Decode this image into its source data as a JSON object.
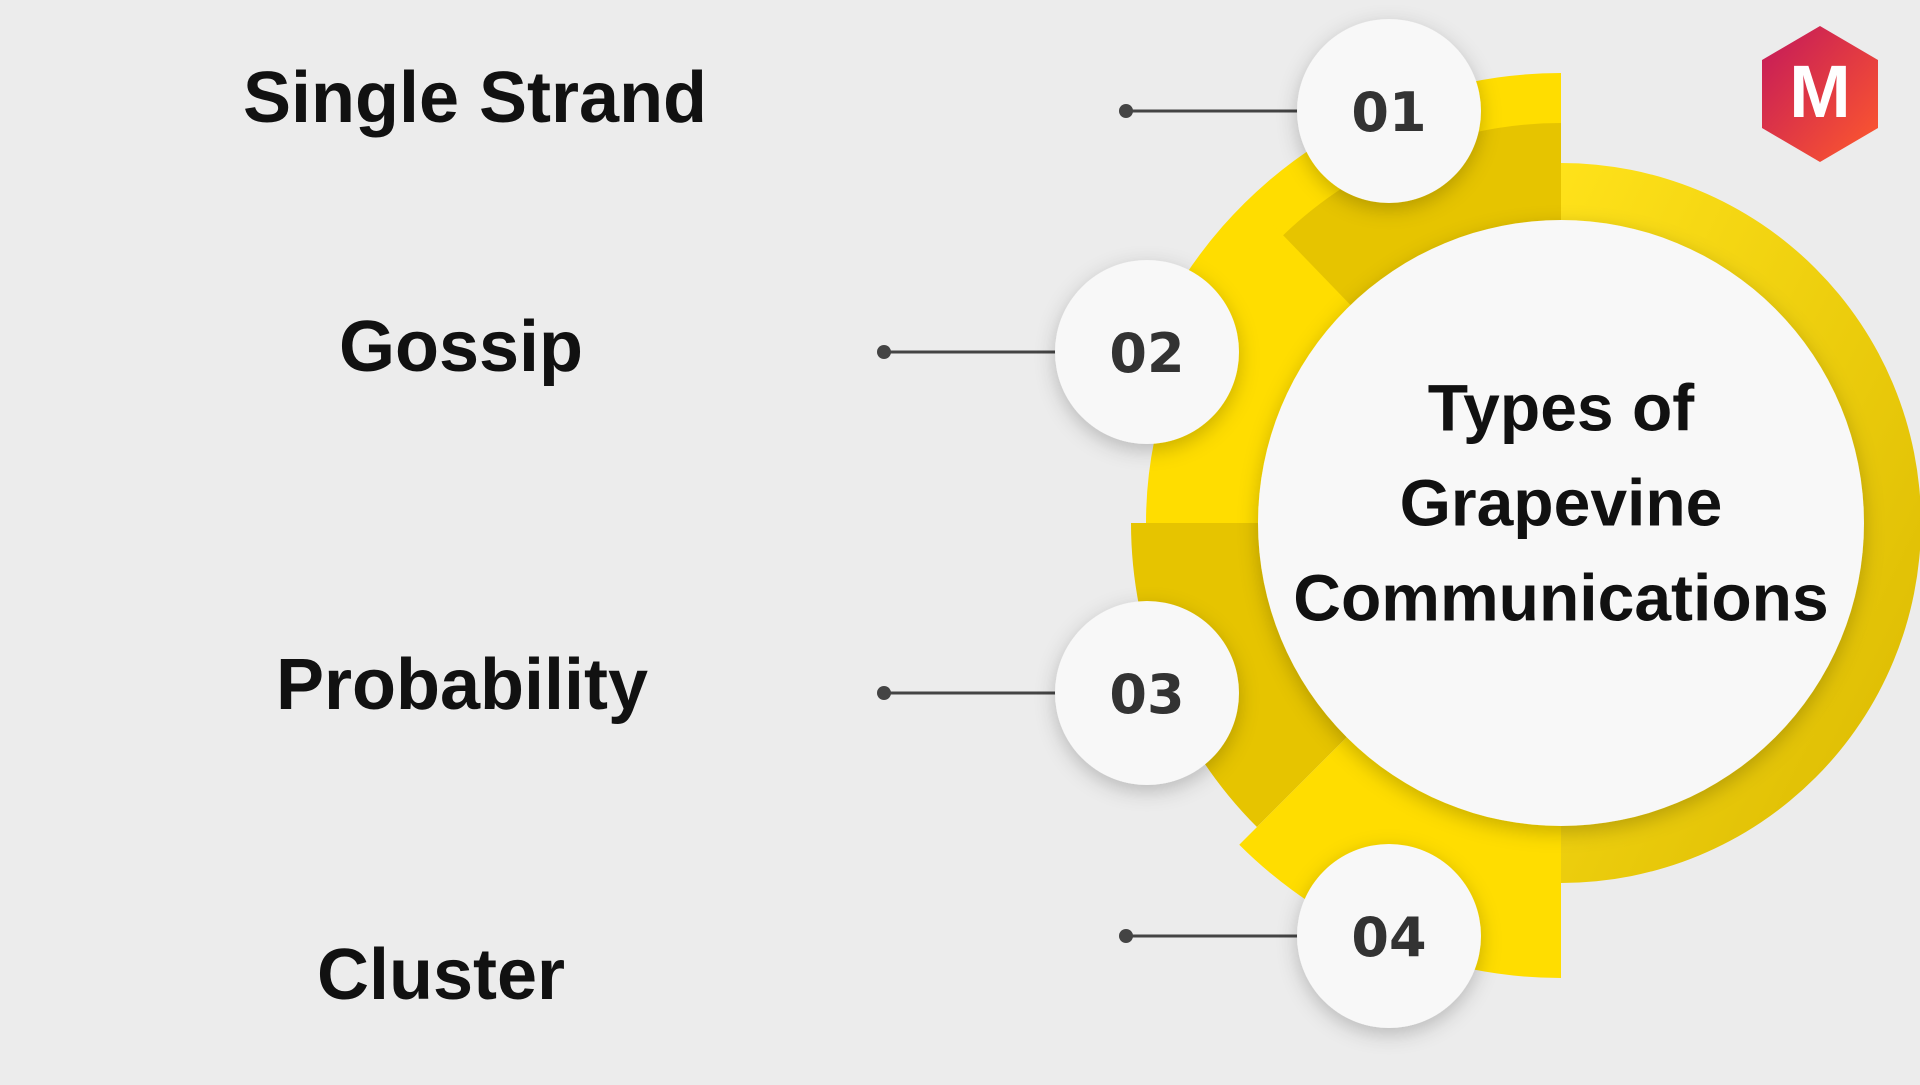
{
  "title_lines": [
    "Types of",
    "Grapevine",
    "Communications"
  ],
  "items": [
    {
      "number": "01",
      "label": "Single Strand"
    },
    {
      "number": "02",
      "label": "Gossip"
    },
    {
      "number": "03",
      "label": "Probability"
    },
    {
      "number": "04",
      "label": "Cluster"
    }
  ],
  "logo_letter": "M",
  "colors": {
    "background": "#ececec",
    "accent_yellow": "#ffdd00",
    "accent_yellow_dark": "#e6c400",
    "circle_fill": "#f8f8f8",
    "text": "#111111",
    "connector": "#444444",
    "logo_magenta": "#c2185b",
    "logo_orange": "#ff5a2c"
  }
}
